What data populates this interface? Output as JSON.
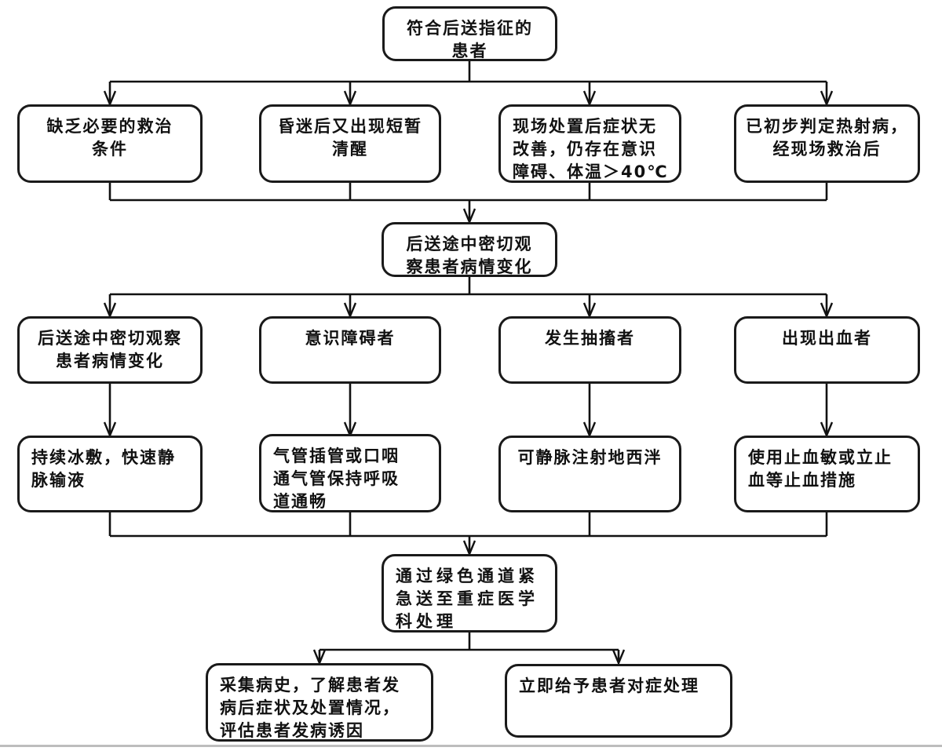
{
  "diagram": {
    "type": "flowchart",
    "colors": {
      "node_border": "#1a1a1a",
      "node_background": "#ffffff",
      "connector": "#111111",
      "footer_line": "#bdbdbd"
    },
    "nodes": {
      "eligible_patient": "符合后送指征的\n患者",
      "lack_conditions": "缺乏必要的救治\n条件",
      "coma_brief_awake": "昏迷后又出现短暂\n清醒",
      "no_improvement": "现场处置后症状无\n改善，仍存在意识\n障碍、体温＞40℃",
      "heatstroke_judged": "已初步判定热射病，\n经现场救治后",
      "observe_enroute": "后送途中密切观\n察患者病情变化",
      "observe_enroute_2": "后送途中密切观察\n患者病情变化",
      "consciousness_disorder": "意识障碍者",
      "convulsion": "发生抽搐者",
      "bleeding": "出现出血者",
      "ice_infusion": "持续冰敷，快速静\n脉输液",
      "airway": "气管插管或口咽\n通气管保持呼吸\n道通畅",
      "diazepam": "可静脉注射地西泮",
      "hemostasis": "使用止血敏或立止\n血等止血措施",
      "green_channel": "通过绿色通道紧\n急送至重症医学\n科处理",
      "collect_history": "采集病史，了解患者发\n病后症状及处置情况，\n评估患者发病诱因",
      "symptomatic_treatment": "立即给予患者对症处理"
    },
    "edges": [
      {
        "from": "eligible_patient",
        "to": "lack_conditions"
      },
      {
        "from": "eligible_patient",
        "to": "coma_brief_awake"
      },
      {
        "from": "eligible_patient",
        "to": "no_improvement"
      },
      {
        "from": "eligible_patient",
        "to": "heatstroke_judged"
      },
      {
        "from": "lack_conditions",
        "to": "observe_enroute"
      },
      {
        "from": "coma_brief_awake",
        "to": "observe_enroute"
      },
      {
        "from": "no_improvement",
        "to": "observe_enroute"
      },
      {
        "from": "heatstroke_judged",
        "to": "observe_enroute"
      },
      {
        "from": "observe_enroute",
        "to": "observe_enroute_2"
      },
      {
        "from": "observe_enroute",
        "to": "consciousness_disorder"
      },
      {
        "from": "observe_enroute",
        "to": "convulsion"
      },
      {
        "from": "observe_enroute",
        "to": "bleeding"
      },
      {
        "from": "observe_enroute_2",
        "to": "ice_infusion"
      },
      {
        "from": "consciousness_disorder",
        "to": "airway"
      },
      {
        "from": "convulsion",
        "to": "diazepam"
      },
      {
        "from": "bleeding",
        "to": "hemostasis"
      },
      {
        "from": "ice_infusion",
        "to": "green_channel"
      },
      {
        "from": "airway",
        "to": "green_channel"
      },
      {
        "from": "diazepam",
        "to": "green_channel"
      },
      {
        "from": "hemostasis",
        "to": "green_channel"
      },
      {
        "from": "green_channel",
        "to": "collect_history"
      },
      {
        "from": "green_channel",
        "to": "symptomatic_treatment"
      }
    ]
  }
}
